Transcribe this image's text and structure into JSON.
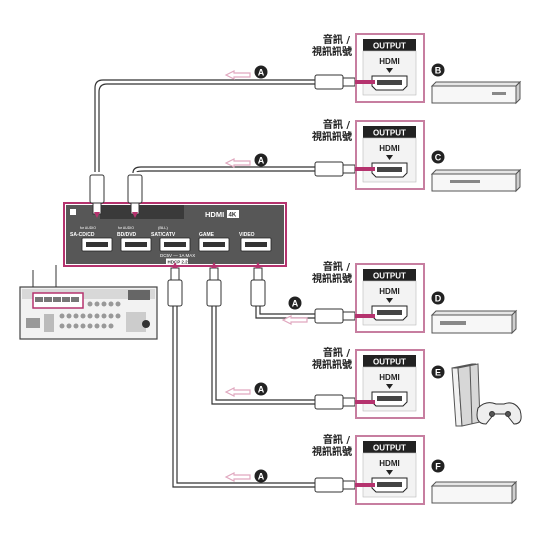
{
  "receiver_panel": {
    "brand_label": "HDMI",
    "badge": "4K",
    "inputs": [
      {
        "label": "SA-CD/CD",
        "sublabel": "for AUDIO"
      },
      {
        "label": "BD/DVD",
        "sublabel": "for AUDIO"
      },
      {
        "label": "SAT/CATV",
        "sublabel": "(BLL)"
      },
      {
        "label": "GAME",
        "sublabel": ""
      },
      {
        "label": "VIDEO",
        "sublabel": ""
      }
    ],
    "power_note": "DC5V — 1A MAX",
    "hdcp": "HDCP 2.2"
  },
  "audio_video_label": [
    "音訊 /",
    "視訊訊號"
  ],
  "output_box": {
    "header": "OUTPUT",
    "type": "HDMI"
  },
  "arrow_marker": "A",
  "devices": [
    {
      "marker": "B",
      "kind": "player"
    },
    {
      "marker": "C",
      "kind": "player"
    },
    {
      "marker": "D",
      "kind": "player"
    },
    {
      "marker": "E",
      "kind": "console"
    },
    {
      "marker": "F",
      "kind": "player"
    }
  ],
  "colors": {
    "accent": "#b5336e",
    "line": "#333333",
    "panel": "#555555",
    "arrow": "#e0a8bf"
  }
}
